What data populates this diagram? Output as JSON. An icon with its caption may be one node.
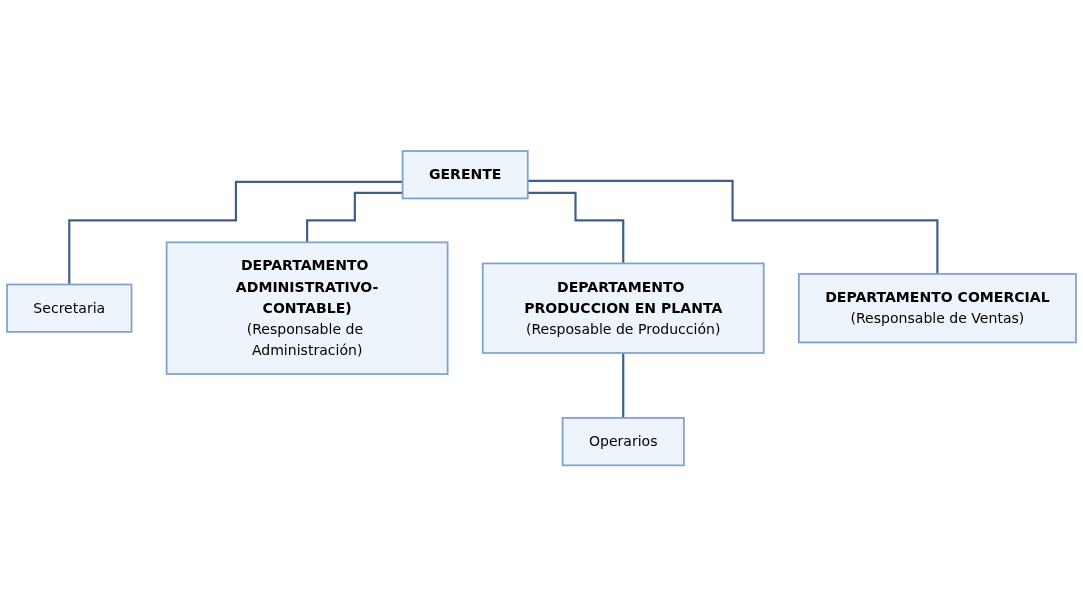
{
  "diagram": {
    "nodes": [
      {
        "text": [
          "GERENTE"
        ]
      },
      {
        "text": [
          "Secretaria"
        ]
      },
      {
        "text": [
          "DEPARTAMENTO ADMINISTRATIVO-CONTABLE)",
          "(Responsable de Administración)"
        ]
      },
      {
        "text": [
          "DEPARTAMENTO PRODUCCION EN PLANTA",
          "(Resposable de Producción)"
        ]
      },
      {
        "text": [
          "DEPARTAMENTO COMERCIAL",
          "(Responsable de Ventas)"
        ]
      },
      {
        "text": [
          "Operarios"
        ]
      }
    ],
    "edges": [
      {
        "from": 0,
        "to": 1,
        "arrow": "none"
      },
      {
        "from": 0,
        "to": 2,
        "arrow": "none"
      },
      {
        "from": 0,
        "to": 3,
        "arrow": "none"
      },
      {
        "from": 0,
        "to": 4,
        "arrow": "none"
      },
      {
        "from": 3,
        "to": 5,
        "arrow": "none"
      }
    ]
  }
}
